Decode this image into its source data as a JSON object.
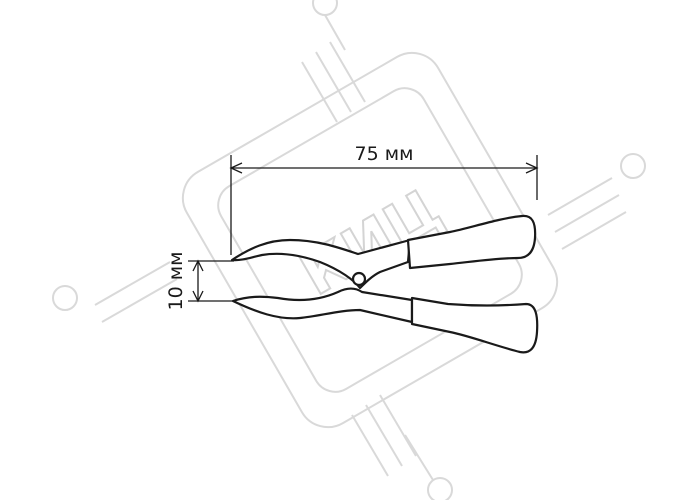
{
  "watermark": {
    "text": "КИЦ"
  },
  "dimensions": {
    "length": "75 мм",
    "jaw_opening": "10 мм"
  },
  "colors": {
    "line": "#1a1a1a",
    "watermark": "#d9d9d9",
    "background": "#ffffff"
  }
}
